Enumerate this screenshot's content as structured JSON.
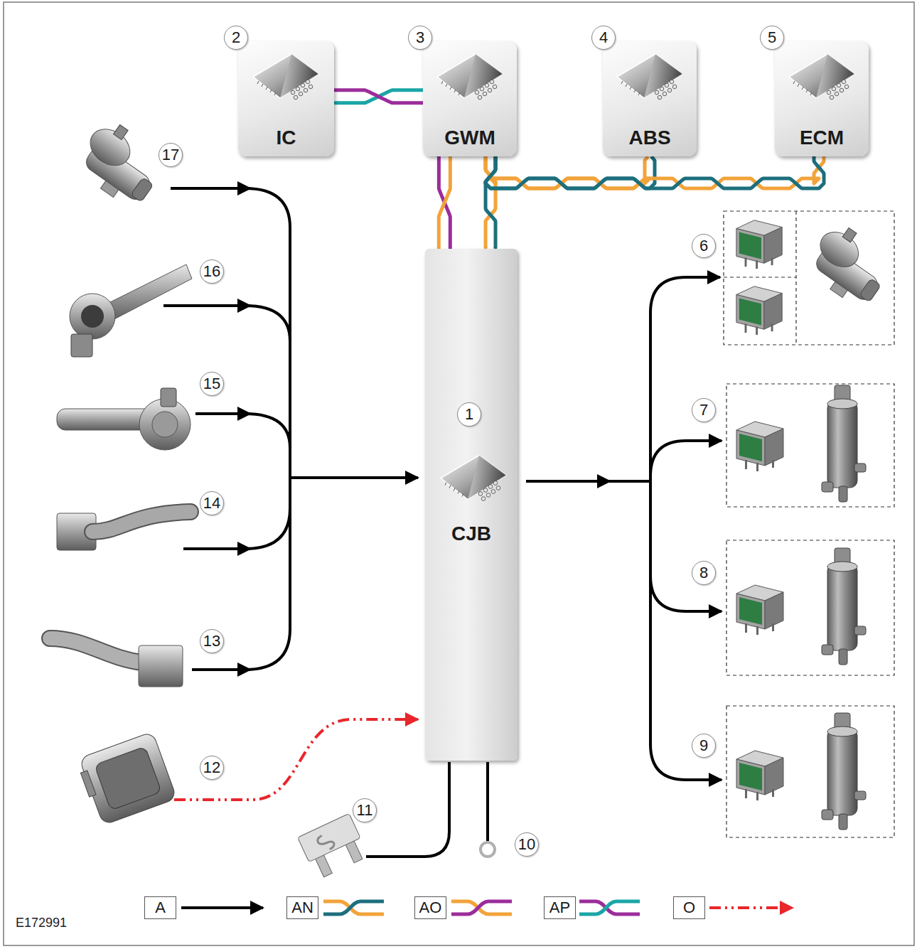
{
  "diagram": {
    "nodes": [
      {
        "text": [
          "IC"
        ]
      },
      {
        "text": [
          "GWM"
        ]
      },
      {
        "text": [
          "ABS"
        ]
      },
      {
        "text": [
          "ECM"
        ]
      },
      {
        "text": [
          "CJB"
        ]
      }
    ],
    "edges": [
      {
        "from": 0,
        "to": 1,
        "arrow": "none"
      },
      {
        "from": 1,
        "to": 4,
        "arrow": "none"
      },
      {
        "from": 1,
        "to": 4,
        "arrow": "none"
      },
      {
        "from": 1,
        "to": 2,
        "arrow": "none"
      },
      {
        "from": 1,
        "to": 3,
        "arrow": "none"
      }
    ],
    "labels": [
      "2",
      "3",
      "4",
      "5",
      "17",
      "16",
      "15",
      "14",
      "13",
      "1",
      "6",
      "7",
      "8",
      "9",
      "12",
      "11",
      "10",
      "E172991"
    ],
    "legend": [
      {
        "text": "A"
      },
      {
        "text": "AN"
      },
      {
        "text": "AO"
      },
      {
        "text": "AP"
      },
      {
        "text": "O"
      }
    ]
  }
}
